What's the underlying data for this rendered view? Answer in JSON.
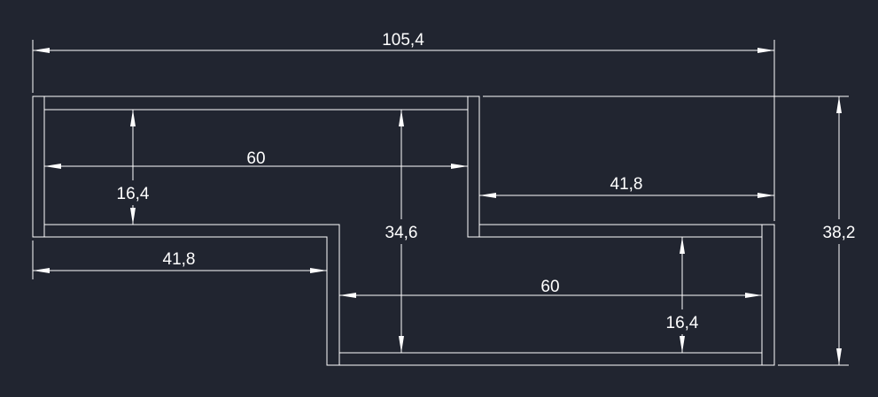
{
  "colors": {
    "background": "#212530",
    "lines": "#ffffff"
  },
  "dimensions": {
    "overall_width": "105,4",
    "overall_height": "38,2",
    "upper_inner_width": "60",
    "upper_inner_depth": "16,4",
    "upper_right_offset": "41,8",
    "lower_left_offset": "41,8",
    "lower_inner_width": "60",
    "lower_inner_depth": "16,4",
    "inner_total_height": "34,6"
  }
}
